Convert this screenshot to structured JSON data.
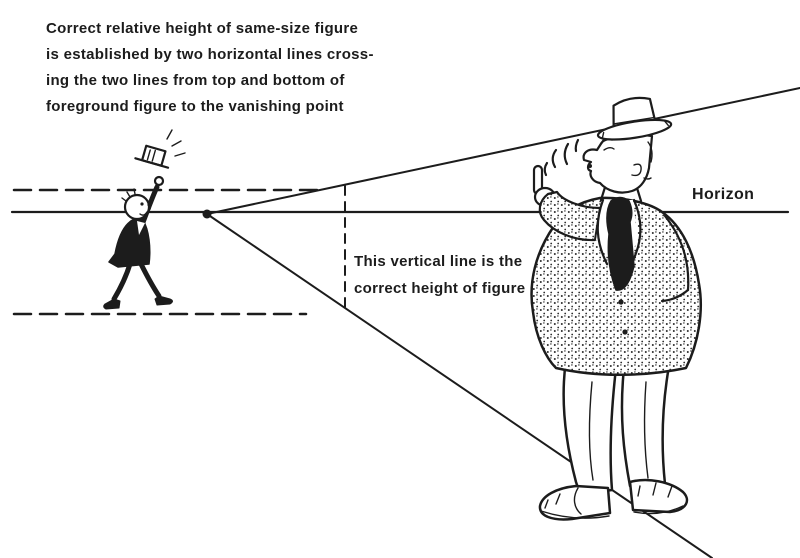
{
  "colors": {
    "ink": "#1c1c1c",
    "background": "#ffffff"
  },
  "caption": {
    "lines": [
      "Correct relative height of same-size figure",
      "is established by two horizontal lines cross-",
      "ing the two lines from top and bottom of",
      "foreground figure to the vanishing point"
    ]
  },
  "labels": {
    "horizon": "Horizon",
    "vertical_note_line1": "This vertical line is the",
    "vertical_note_line2": "correct height of figure"
  }
}
